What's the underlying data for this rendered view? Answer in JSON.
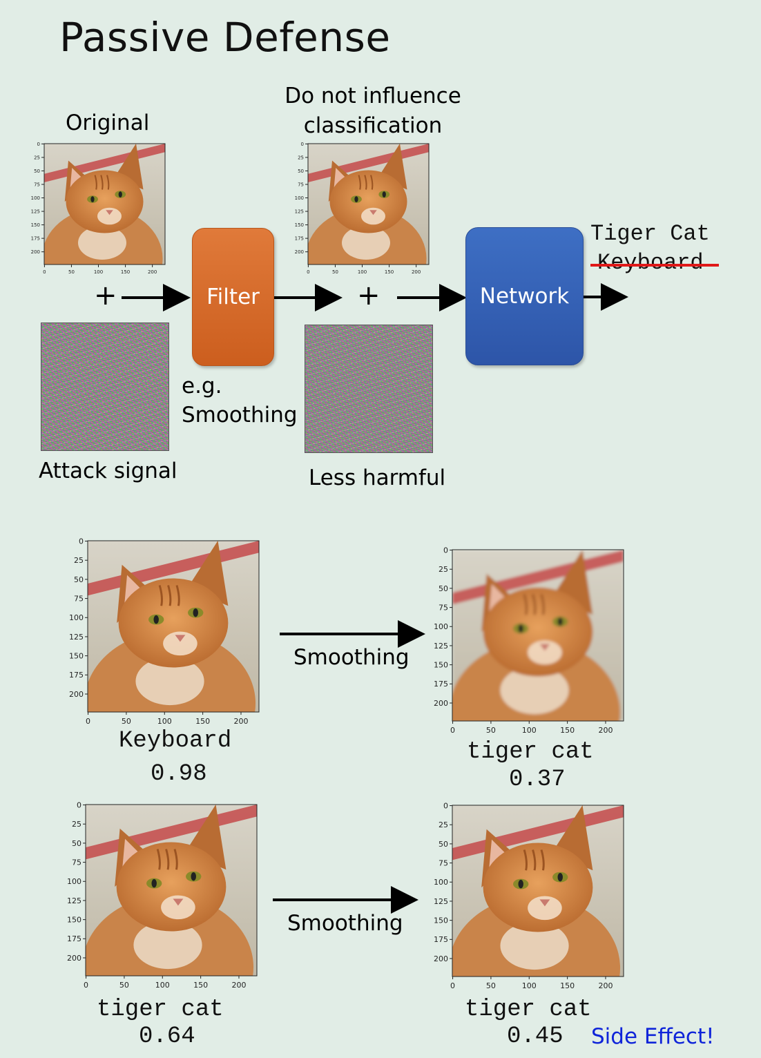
{
  "slide": {
    "title": "Passive Defense",
    "top": {
      "original_label": "Original",
      "do_not_influence_label": "Do not influence\nclassification",
      "plus": "+",
      "filter_label": "Filter",
      "network_label": "Network",
      "eg_label": "e.g.\nSmoothing",
      "attack_signal_label": "Attack signal",
      "less_harmful_label": "Less harmful",
      "output_correct": "Tiger Cat",
      "output_wrong": "Keyboard",
      "strike_color": "#e01818"
    },
    "plot_axes": {
      "ticks": [
        "0",
        "25",
        "50",
        "75",
        "100",
        "125",
        "150",
        "175",
        "200"
      ],
      "xticks": [
        "0",
        "50",
        "100",
        "150",
        "200"
      ]
    },
    "rows": [
      {
        "arrow_label": "Smoothing",
        "left": {
          "class": "Keyboard",
          "score": "0.98"
        },
        "right": {
          "class": "tiger cat",
          "score": "0.37"
        }
      },
      {
        "arrow_label": "Smoothing",
        "left": {
          "class": "tiger cat",
          "score": "0.64"
        },
        "right": {
          "class": "tiger cat",
          "score": "0.45"
        },
        "note": "Side Effect!"
      }
    ],
    "colors": {
      "background": "#e1ede6",
      "filter": "#d8692a",
      "network": "#3461b6",
      "side_effect": "#0f24d9"
    }
  }
}
